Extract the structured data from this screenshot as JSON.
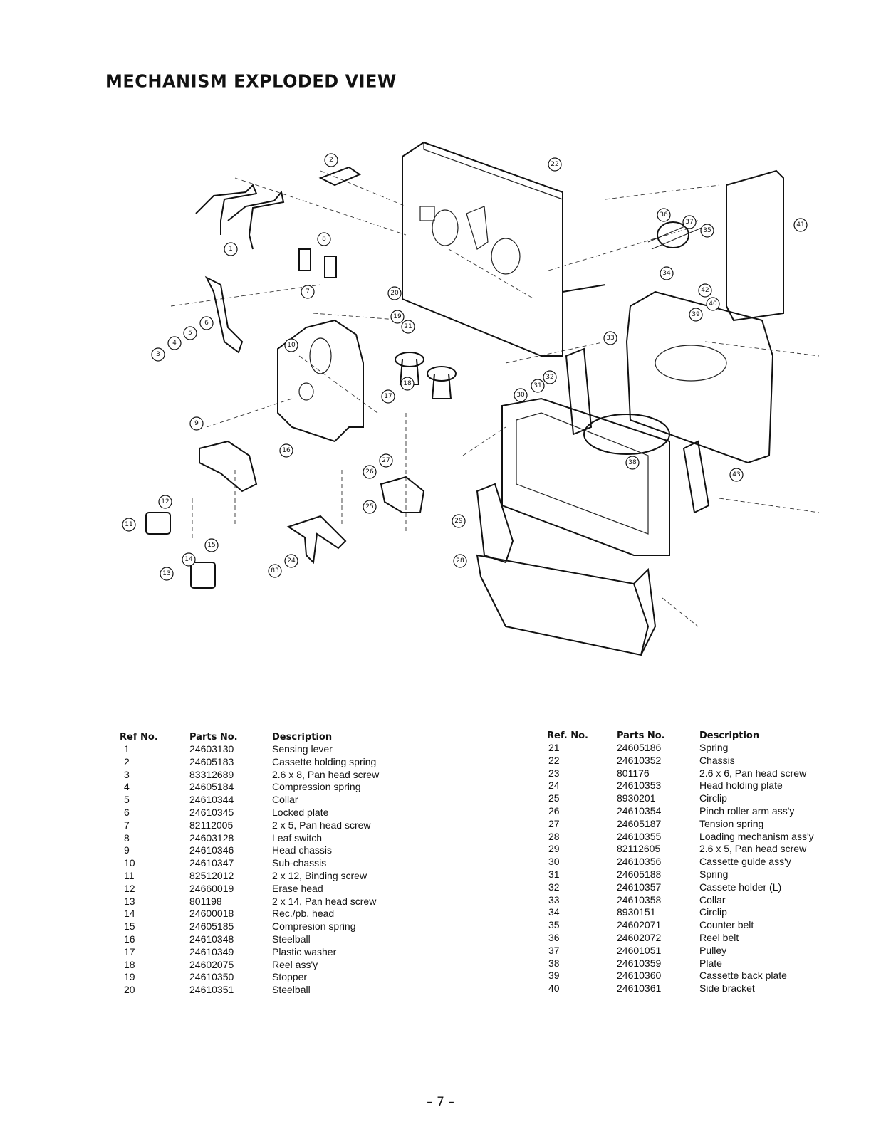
{
  "page": {
    "title": "MECHANISM EXPLODED VIEW",
    "page_number": "– 7 –"
  },
  "callouts": [
    "1",
    "2",
    "3",
    "4",
    "5",
    "6",
    "7",
    "8",
    "9",
    "10",
    "11",
    "12",
    "13",
    "14",
    "15",
    "16",
    "17",
    "18",
    "19",
    "20",
    "21",
    "22",
    "24",
    "25",
    "26",
    "27",
    "28",
    "29",
    "30",
    "31",
    "32",
    "33",
    "34",
    "35",
    "36",
    "37",
    "38",
    "39",
    "40",
    "41",
    "42",
    "43",
    "83"
  ],
  "tables": {
    "left": {
      "headers": {
        "ref": "Ref No.",
        "part": "Parts No.",
        "desc": "Description"
      },
      "rows": [
        {
          "ref": "1",
          "part": "24603130",
          "desc": "Sensing lever"
        },
        {
          "ref": "2",
          "part": "24605183",
          "desc": "Cassette holding spring"
        },
        {
          "ref": "3",
          "part": "83312689",
          "desc": "2.6 x 8, Pan head screw"
        },
        {
          "ref": "4",
          "part": "24605184",
          "desc": "Compression spring"
        },
        {
          "ref": "5",
          "part": "24610344",
          "desc": "Collar"
        },
        {
          "ref": "6",
          "part": "24610345",
          "desc": "Locked plate"
        },
        {
          "ref": "7",
          "part": "82112005",
          "desc": "2 x 5, Pan head screw"
        },
        {
          "ref": "8",
          "part": "24603128",
          "desc": "Leaf switch"
        },
        {
          "ref": "9",
          "part": "24610346",
          "desc": "Head chassis"
        },
        {
          "ref": "10",
          "part": "24610347",
          "desc": "Sub-chassis"
        },
        {
          "ref": "11",
          "part": "82512012",
          "desc": "2 x 12, Binding screw"
        },
        {
          "ref": "12",
          "part": "24660019",
          "desc": "Erase head"
        },
        {
          "ref": "13",
          "part": "801198",
          "desc": "2 x 14, Pan head screw"
        },
        {
          "ref": "14",
          "part": "24600018",
          "desc": "Rec./pb. head"
        },
        {
          "ref": "15",
          "part": "24605185",
          "desc": "Compresion spring"
        },
        {
          "ref": "16",
          "part": "24610348",
          "desc": "Steelball"
        },
        {
          "ref": "17",
          "part": "24610349",
          "desc": "Plastic washer"
        },
        {
          "ref": "18",
          "part": "24602075",
          "desc": "Reel ass'y"
        },
        {
          "ref": "19",
          "part": "24610350",
          "desc": "Stopper"
        },
        {
          "ref": "20",
          "part": "24610351",
          "desc": "Steelball"
        }
      ]
    },
    "right": {
      "headers": {
        "ref": "Ref. No.",
        "part": "Parts No.",
        "desc": "Description"
      },
      "rows": [
        {
          "ref": "21",
          "part": "24605186",
          "desc": "Spring"
        },
        {
          "ref": "22",
          "part": "24610352",
          "desc": "Chassis"
        },
        {
          "ref": "23",
          "part": "801176",
          "desc": "2.6 x 6, Pan head screw"
        },
        {
          "ref": "24",
          "part": "24610353",
          "desc": "Head holding plate"
        },
        {
          "ref": "25",
          "part": "8930201",
          "desc": "Circlip"
        },
        {
          "ref": "26",
          "part": "24610354",
          "desc": "Pinch roller arm ass'y"
        },
        {
          "ref": "27",
          "part": "24605187",
          "desc": "Tension spring"
        },
        {
          "ref": "28",
          "part": "24610355",
          "desc": "Loading mechanism ass'y"
        },
        {
          "ref": "29",
          "part": "82112605",
          "desc": "2.6 x 5, Pan head screw"
        },
        {
          "ref": "30",
          "part": "24610356",
          "desc": "Cassette guide ass'y"
        },
        {
          "ref": "31",
          "part": "24605188",
          "desc": "Spring"
        },
        {
          "ref": "32",
          "part": "24610357",
          "desc": "Cassete holder (L)"
        },
        {
          "ref": "33",
          "part": "24610358",
          "desc": "Collar"
        },
        {
          "ref": "34",
          "part": "8930151",
          "desc": "Circlip"
        },
        {
          "ref": "35",
          "part": "24602071",
          "desc": "Counter belt"
        },
        {
          "ref": "36",
          "part": "24602072",
          "desc": "Reel belt"
        },
        {
          "ref": "37",
          "part": "24601051",
          "desc": "Pulley"
        },
        {
          "ref": "38",
          "part": "24610359",
          "desc": "Plate"
        },
        {
          "ref": "39",
          "part": "24610360",
          "desc": "Cassette back plate"
        },
        {
          "ref": "40",
          "part": "24610361",
          "desc": "Side bracket"
        }
      ]
    }
  }
}
